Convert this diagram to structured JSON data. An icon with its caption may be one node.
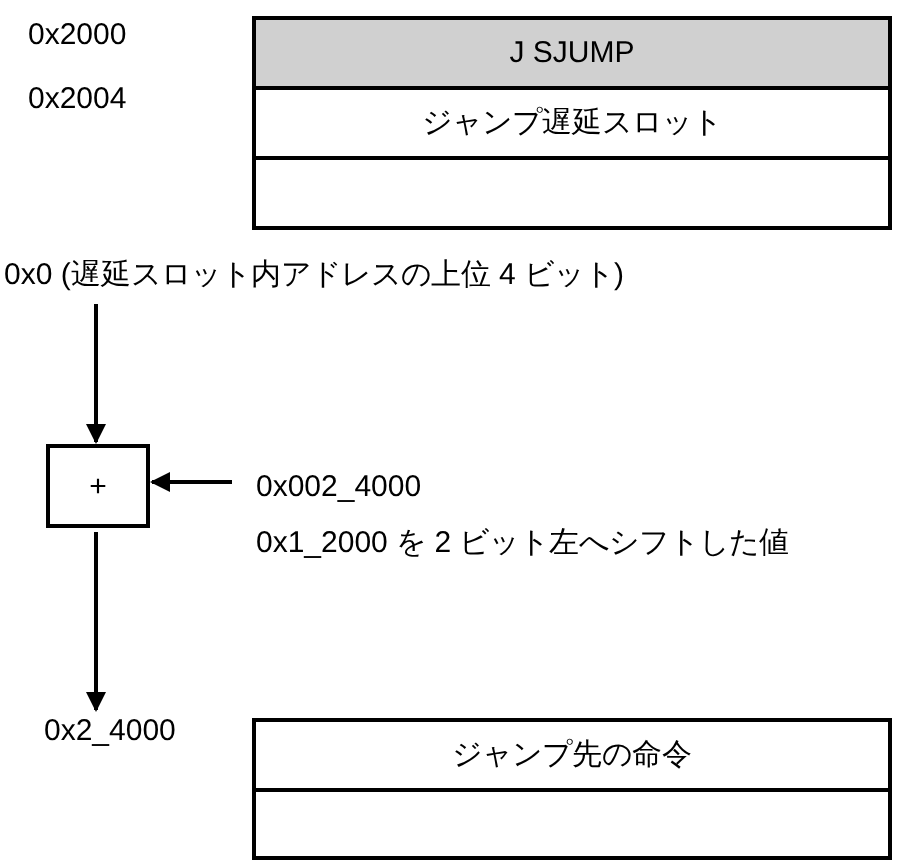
{
  "diagram": {
    "nodes": [
      {
        "text": [
          "J SJUMP"
        ]
      },
      {
        "text": [
          "ジャンプ遅延スロット"
        ]
      },
      {
        "text": [],
        "shape": "box"
      },
      {
        "text": [
          "0x0 (遅延スロット内アドレスの上位 4 ビット)"
        ]
      },
      {
        "text": [
          "+"
        ]
      },
      {
        "text": [
          "0x002_4000",
          "0x1_2000 を 2 ビット左へシフトした値"
        ]
      },
      {
        "text": [
          "0x2_4000"
        ]
      },
      {
        "text": [
          "ジャンプ先の命令"
        ]
      },
      {
        "text": [],
        "shape": "box"
      }
    ],
    "edges": [
      {
        "from": 3,
        "to": 4,
        "arrow": "to"
      },
      {
        "from": 5,
        "to": 4,
        "arrow": "to"
      },
      {
        "from": 4,
        "to": 6,
        "arrow": "to"
      }
    ],
    "labels": [
      "0x2000",
      "0x2004"
    ]
  }
}
